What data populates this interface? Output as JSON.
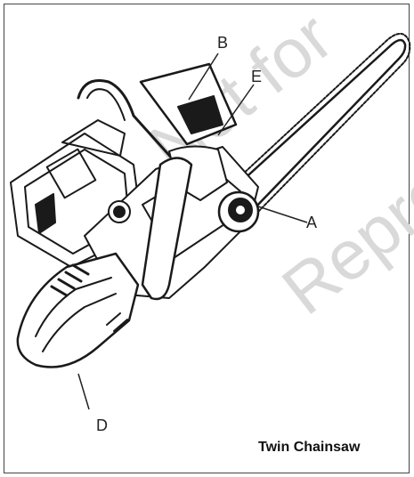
{
  "watermark": {
    "line1": "Not for",
    "line2": "Reproduction"
  },
  "callouts": {
    "a": "A",
    "b": "B",
    "d": "D",
    "e": "E"
  },
  "caption": "Twin Chainsaw",
  "colors": {
    "line": "#1a1a1a",
    "watermark": "#d9d9d9",
    "frame": "#444444"
  }
}
